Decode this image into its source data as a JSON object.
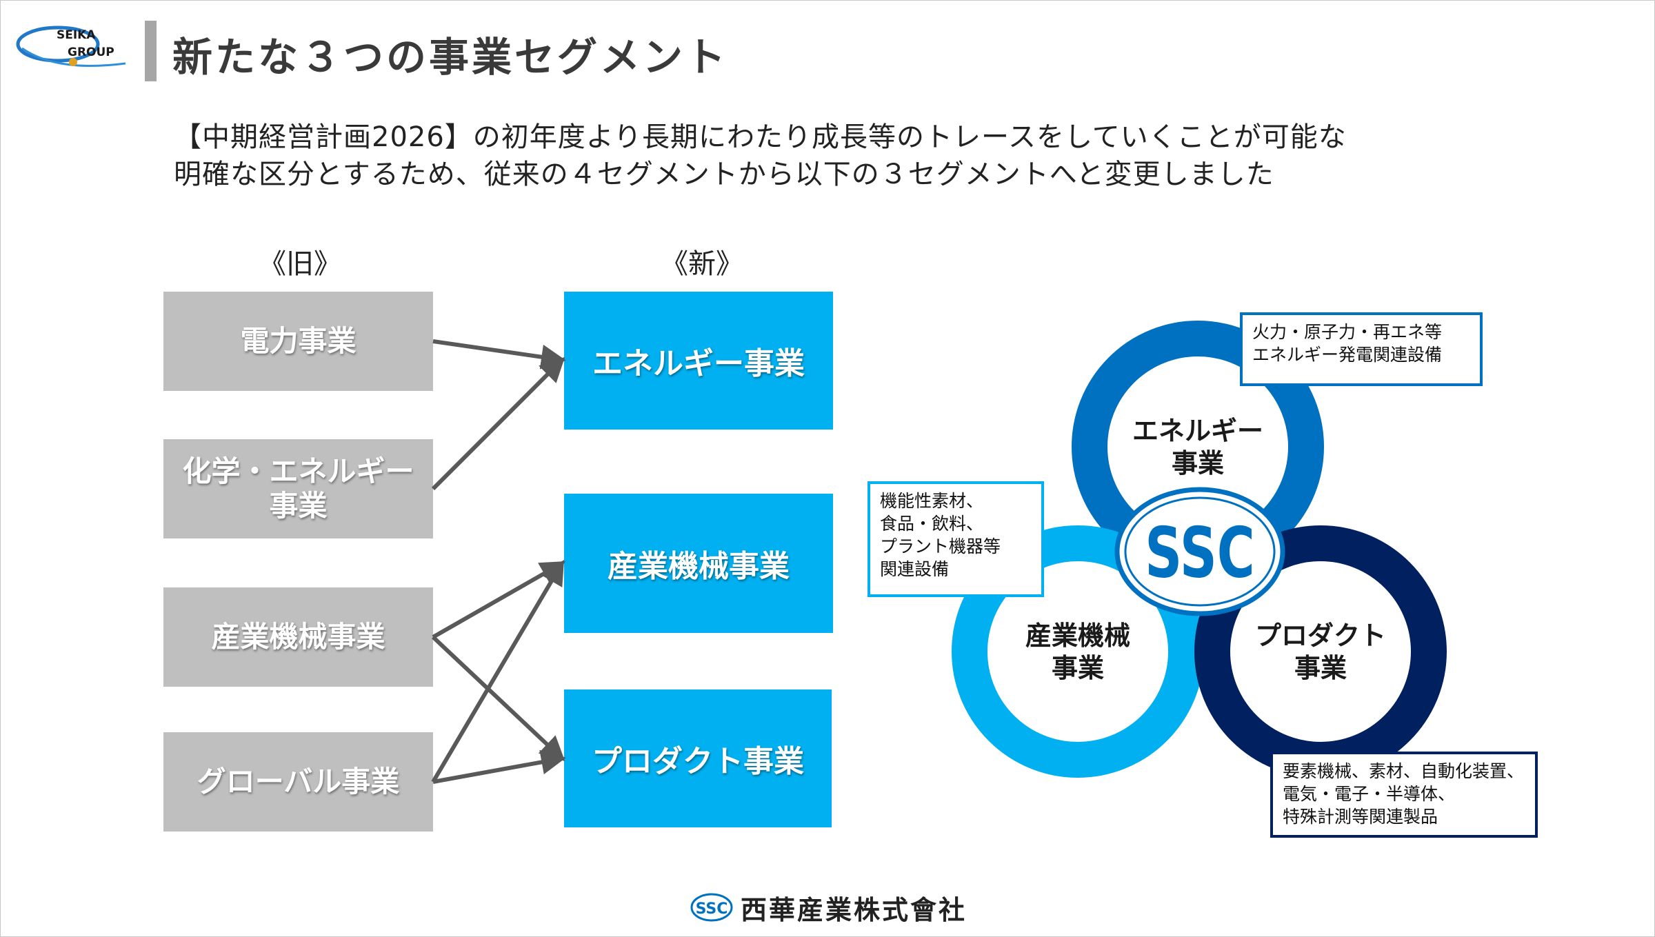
{
  "header": {
    "logo_line1": "SEIKA",
    "logo_line2": "GROUP",
    "title": "新たな３つの事業セグメント"
  },
  "intro": {
    "line1": "【中期経営計画2026】の初年度より長期にわたり成長等のトレースをしていくことが可能な",
    "line2": "明確な区分とするため、従来の４セグメントから以下の３セグメントへと変更しました"
  },
  "old_label": "《旧》",
  "new_label": "《新》",
  "old_segments": {
    "power": "電力事業",
    "chem_line1": "化学・エネルギー",
    "chem_line2": "事業",
    "machinery": "産業機械事業",
    "global": "グローバル事業"
  },
  "new_segments": {
    "energy": "エネルギー事業",
    "machinery": "産業機械事業",
    "product": "プロダクト事業"
  },
  "circles": {
    "energy_line1": "エネルギー",
    "energy_line2": "事業",
    "machinery_line1": "産業機械",
    "machinery_line2": "事業",
    "product_line1": "プロダクト",
    "product_line2": "事業",
    "center_logo": "SSC",
    "colors": {
      "energy": "#0070c0",
      "machinery": "#00b0f0",
      "product": "#002060"
    }
  },
  "callouts": {
    "energy": [
      "火力・原子力・再エネ等",
      "エネルギー発電関連設備"
    ],
    "machinery": [
      "機能性素材、",
      "食品・飲料、",
      "プラント機器等",
      "関連設備"
    ],
    "product": [
      "要素機械、素材、自動化装置、",
      "電気・電子・半導体、",
      "特殊計測等関連製品"
    ]
  },
  "footer": {
    "logo": "SSC",
    "company": "西華産業株式會社"
  }
}
